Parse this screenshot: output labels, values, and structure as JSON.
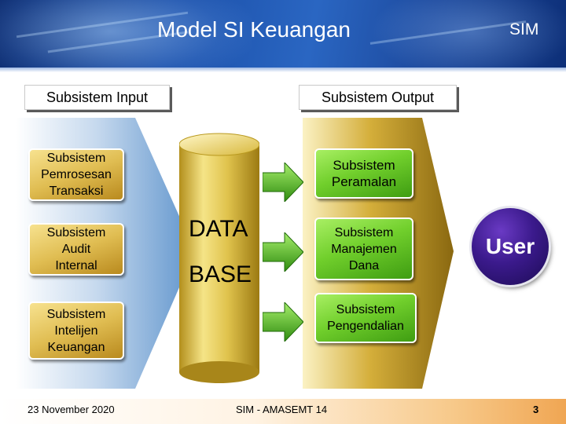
{
  "header": {
    "title": "Model SI Keuangan",
    "tag": "SIM"
  },
  "labels": {
    "input": "Subsistem Input",
    "output": "Subsistem Output"
  },
  "input_boxes": [
    {
      "lines": [
        "Subsistem",
        "Pemrosesan",
        "Transaksi"
      ]
    },
    {
      "lines": [
        "Subsistem",
        "Audit",
        "Internal"
      ]
    },
    {
      "lines": [
        "Subsistem",
        "Intelijen",
        "Keuangan"
      ]
    }
  ],
  "database": {
    "line1": "DATA",
    "line2": "BASE"
  },
  "output_boxes": [
    {
      "lines": [
        "Subsistem",
        "Peramalan"
      ]
    },
    {
      "lines": [
        "Subsistem",
        "Manajemen",
        "Dana"
      ]
    },
    {
      "lines": [
        "Subsistem",
        "Pengendalian"
      ]
    }
  ],
  "user": "User",
  "footer": {
    "date": "23 November 2020",
    "center": "SIM - AMASEMT 14",
    "page": "3"
  },
  "colors": {
    "input_box": "#e0bd52",
    "output_box": "#71cf2c",
    "user_circle": "#3b1a8c",
    "cylinder": "#e6cf5a"
  }
}
